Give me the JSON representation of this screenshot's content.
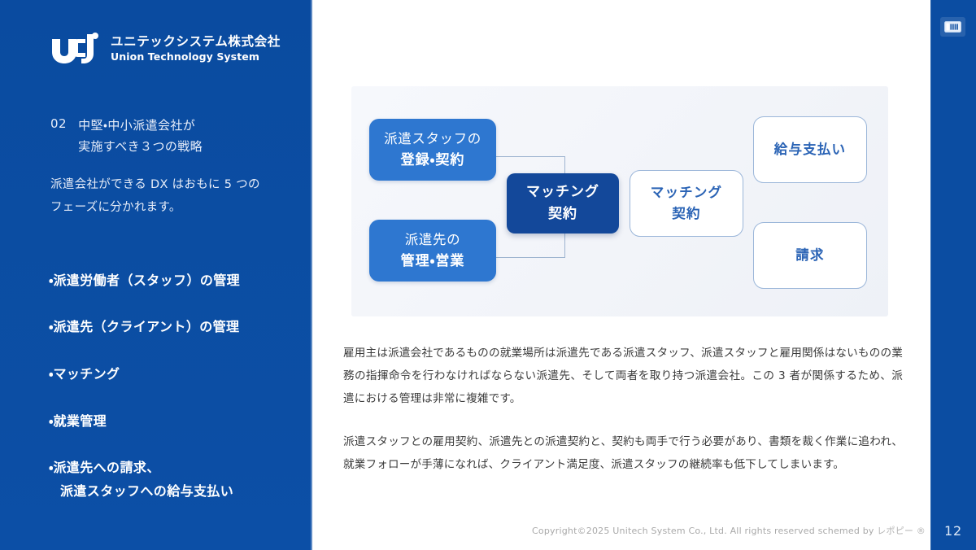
{
  "slide": {
    "page_number": "12"
  },
  "logo": {
    "mark_alt": "uts-logo-mark",
    "jp_name": "ユニテックシステム株式会社",
    "en_name": "Union Technology System"
  },
  "sidebar": {
    "section_number": "02",
    "section_title": "中堅・中小派遣会社が\n実施すべき３つの戦略",
    "lead": "派遣会社ができる DX はおもに 5 つの\nフェーズに分かれます。",
    "bullets": [
      {
        "marker": "・",
        "text": "派遣労働者（スタッフ）の管理",
        "cont": ""
      },
      {
        "marker": "・",
        "text": "派遣先（クライアント）の管理",
        "cont": ""
      },
      {
        "marker": "・",
        "text": "マッチング",
        "cont": ""
      },
      {
        "marker": "・",
        "text": "就業管理",
        "cont": ""
      },
      {
        "marker": "・",
        "text": "派遣先への請求、",
        "cont": "派遣スタッフへの給与支払い"
      }
    ]
  },
  "diagram": {
    "nodes": {
      "staff": {
        "line1": "派遣スタッフの",
        "line2": "登録・契約"
      },
      "client": {
        "line1": "派遣先の",
        "line2": "管理・営業"
      },
      "match_dark": {
        "line1": "マッチング",
        "line2": "契約"
      },
      "match_out": {
        "line1": "マッチング",
        "line2": "契約"
      },
      "payroll": {
        "line1": "給与支払い",
        "line2": ""
      },
      "invoice": {
        "line1": "請求",
        "line2": ""
      }
    },
    "colors": {
      "filled": "#2e77d0",
      "dark": "#13489a",
      "outline_border": "#9bb6d9",
      "outline_text": "#2a63b5",
      "panel_bg": "#f4f6fb",
      "connector": "#9eb4d0"
    }
  },
  "body": {
    "paragraph_1": "雇用主は派遣会社であるものの就業場所は派遣先である派遣スタッフ、派遣スタッフと雇用関係はないものの業務の指揮命令を行わなければならない派遣先、そして両者を取り持つ派遣会社。この 3 者が関係するため、派遣における管理は非常に複雑です。",
    "paragraph_2": "派遣スタッフとの雇用契約、派遣先との派遣契約と、契約も両手で行う必要があり、書類を裁く作業に追われ、就業フォローが手薄になれば、クライアント満足度、派遣スタッフの継続率も低下してしまいます。"
  },
  "footer": {
    "copyright": "Copyright©2025 Unitech System Co., Ltd. All rights reserved schemed by ",
    "brand": "レポピー ®"
  },
  "rail": {
    "icon_name": "slide-presentation-icon"
  },
  "theme": {
    "panel_blue": "#0b4da2",
    "accent_blue": "#2e77d0",
    "deep_blue": "#13489a"
  }
}
